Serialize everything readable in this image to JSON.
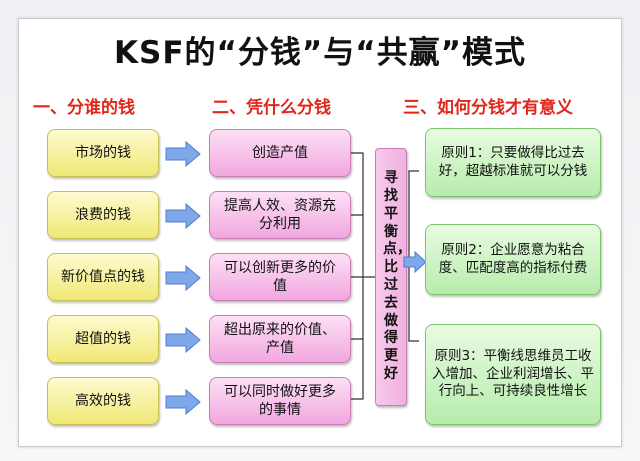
{
  "title": "KSF的“分钱”与“共赢”模式",
  "headers": [
    "一、分谁的钱",
    "二、凭什么分钱",
    "三、如何分钱才有意义"
  ],
  "left_items": [
    "市场的钱",
    "浪费的钱",
    "新价值点的钱",
    "超值的钱",
    "高效的钱"
  ],
  "middle_items": [
    "创造产值",
    "提高人效、资源充分利用",
    "可以创新更多的价值",
    "超出原来的价值、产值",
    "可以同时做好更多的事情"
  ],
  "center_text": "寻找平衡点，比过去做得更好",
  "principles": [
    "原则1：只要做得比过去好，超越标准就可以分钱",
    "原则2：企业愿意为粘合度、匹配度高的指标付费",
    "原则3：平衡线思维员工收入增加、企业利润增长、平行向上、可持续良性增长"
  ],
  "colors": {
    "heading": "#e0271b",
    "arrow": "#5b8fe0",
    "left_box": "#f0e875",
    "middle_box": "#f1a7df",
    "right_box": "#b6ecab"
  }
}
